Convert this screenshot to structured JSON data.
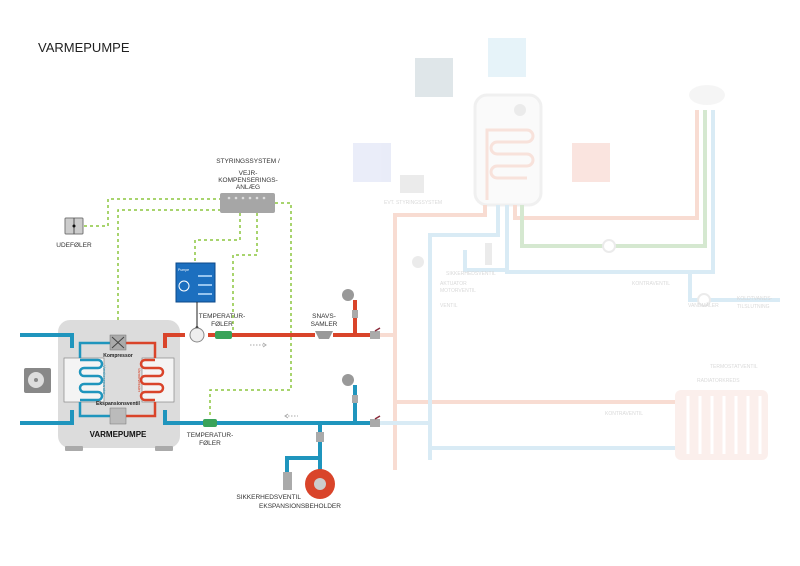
{
  "title": "VARMEPUMPE",
  "colors": {
    "hot": "#d9442a",
    "cold": "#1f95bd",
    "control": "#8cc63f",
    "sensor": "#3aa35a",
    "unit": "#dcdcdc",
    "panel": "#1c6fbf"
  },
  "labels": {
    "control_system_1": "STYRINGSSYSTEM /",
    "control_system_2": "VEJR-",
    "control_system_3": "KOMPENSERINGS-",
    "control_system_4": "ANLÆG",
    "outdoor_sensor": "UDEFØLER",
    "temp_sensor_supply_1": "TEMPERATUR-",
    "temp_sensor_supply_2": "FØLER",
    "temp_sensor_return_1": "TEMPERATUR-",
    "temp_sensor_return_2": "FØLER",
    "dirt_separator_1": "SNAVS-",
    "dirt_separator_2": "SAMLER",
    "safety_valve": "SIKKERHEDSVENTIL",
    "expansion_vessel": "EKSPANSIONSBEHOLDER",
    "heat_pump": "VARMEPUMPE",
    "compressor": "Kompressor",
    "expansion_valve": "Ekspansionsventil",
    "evaporator": "Væskeseparator",
    "condenser": "Varmeveksler",
    "pump_panel": "Pumpe"
  },
  "faded_labels": {
    "opt_control": "EVT. STYRINGSSYSTEM",
    "safety_valve": "SIKKERHEDSVENTIL",
    "actuator_1": "AKTUATOR",
    "actuator_2": "MOTORVENTIL",
    "valve": "VENTIL",
    "check_valve_1": "KONTRAVENTIL",
    "water_meter": "VANDMÅLER",
    "cold_water_1": "KOLDTVANDS-",
    "cold_water_2": "TILSLUTNING",
    "thermostat_valve": "TERMOSTATVENTIL",
    "radiator_circuit": "RADIATORKREDS",
    "check_valve_2": "KONTRAVENTIL"
  }
}
